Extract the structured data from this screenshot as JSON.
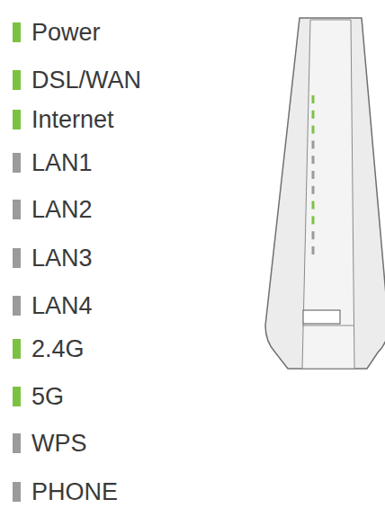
{
  "diagram": {
    "legend": [
      {
        "text": "Power",
        "color": "#7cc242"
      },
      {
        "text": "DSL/WAN",
        "color": "#7cc242"
      },
      {
        "text": "Internet",
        "color": "#7cc242"
      },
      {
        "text": "LAN1",
        "color": "#9b9b9b"
      },
      {
        "text": "LAN2",
        "color": "#9b9b9b"
      },
      {
        "text": "LAN3",
        "color": "#9b9b9b"
      },
      {
        "text": "LAN4",
        "color": "#9b9b9b"
      },
      {
        "text": "2.4G",
        "color": "#7cc242"
      },
      {
        "text": "5G",
        "color": "#7cc242"
      },
      {
        "text": "WPS",
        "color": "#9b9b9b"
      },
      {
        "text": "PHONE",
        "color": "#9b9b9b"
      }
    ]
  }
}
